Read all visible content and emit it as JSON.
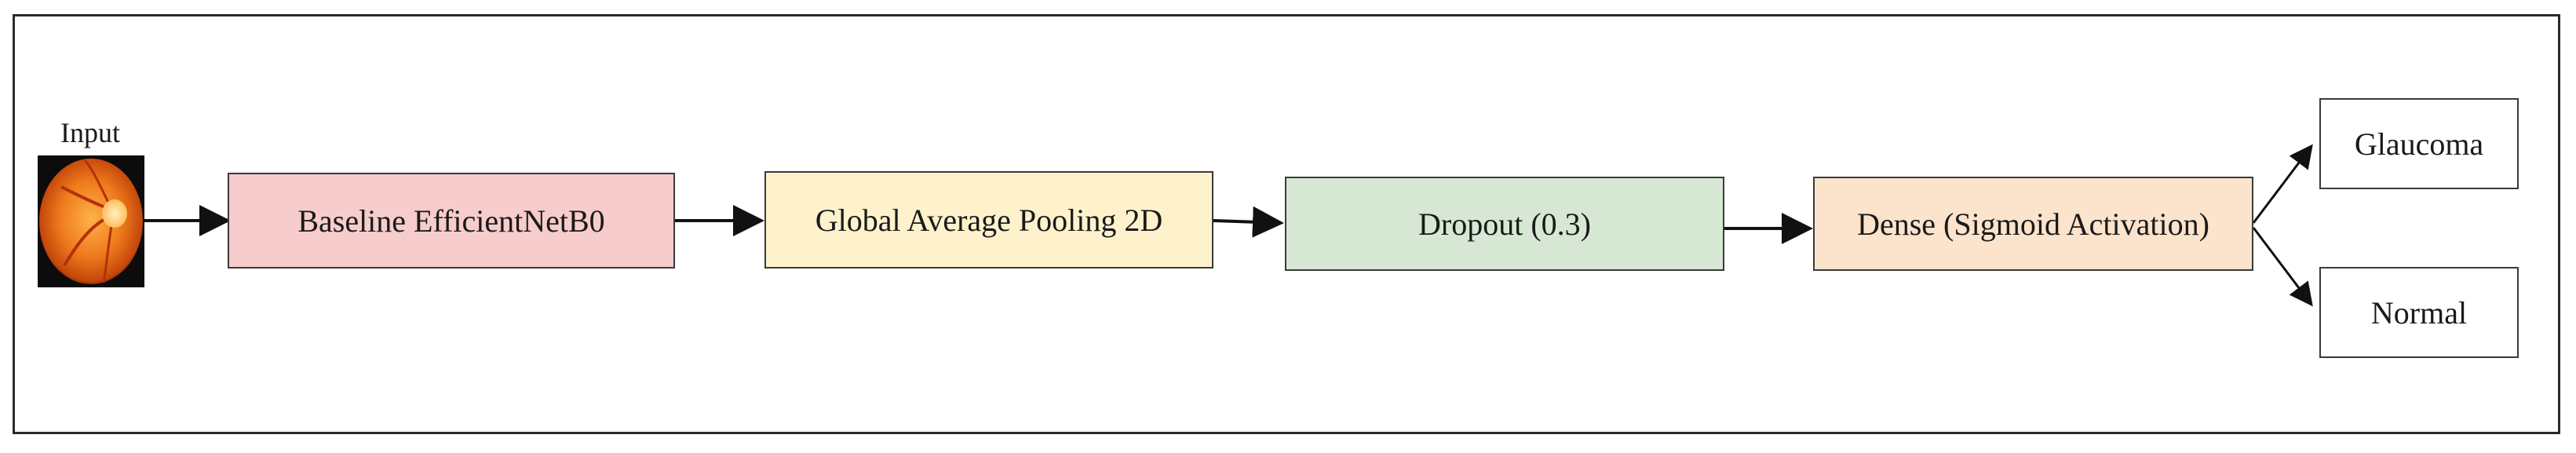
{
  "diagram": {
    "input_label": "Input",
    "stages": {
      "baseline": "Baseline EfficientNetB0",
      "pooling": "Global Average Pooling 2D",
      "dropout": "Dropout (0.3)",
      "dense": "Dense (Sigmoid Activation)"
    },
    "outputs": {
      "positive": "Glaucoma",
      "negative": "Normal"
    },
    "colors": {
      "baseline": "#f6cccc",
      "pooling": "#fdf2cc",
      "dropout": "#d6e8d4",
      "dense": "#fce3cc",
      "output": "#ffffff"
    }
  }
}
